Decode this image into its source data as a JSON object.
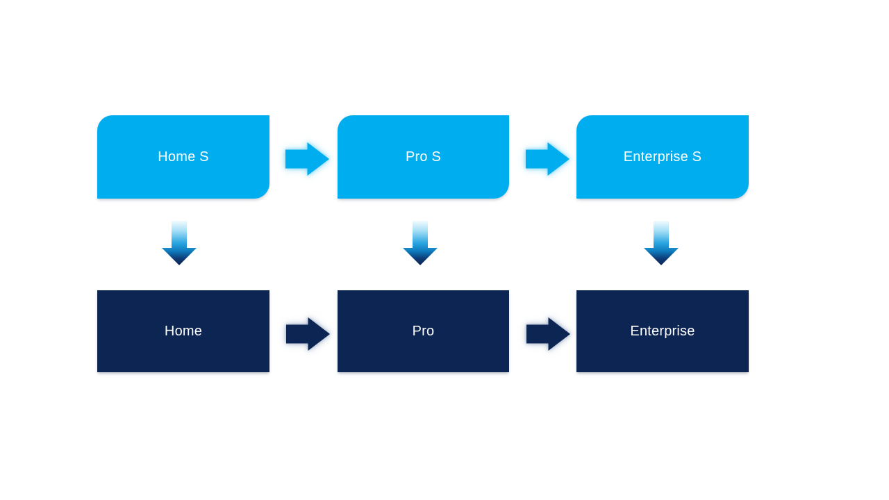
{
  "colors": {
    "background": "#FFFFFF",
    "light_blue": "#00AEEF",
    "dark_navy": "#0D2552",
    "text": "#FFFFFF",
    "arrow_gradient_top": "#F2FAFE",
    "arrow_gradient_mid": "#2AA5E0",
    "arrow_gradient_bottom": "#0C2553"
  },
  "diagram": {
    "top_row": {
      "nodes": [
        {
          "label": "Home S"
        },
        {
          "label": "Pro S"
        },
        {
          "label": "Enterprise S"
        }
      ]
    },
    "bottom_row": {
      "nodes": [
        {
          "label": "Home"
        },
        {
          "label": "Pro"
        },
        {
          "label": "Enterprise"
        }
      ]
    },
    "connectors": {
      "top_right_arrows": 2,
      "bottom_right_arrows": 2,
      "down_arrows": 3
    }
  }
}
